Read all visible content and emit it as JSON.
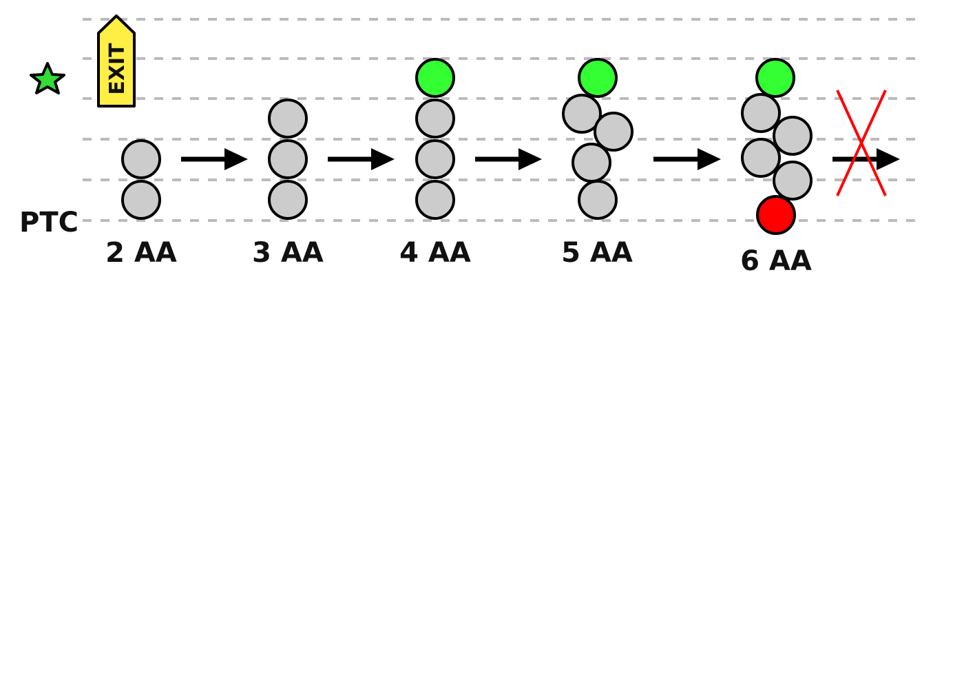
{
  "labels": {
    "ptc": "PTC",
    "exit": "EXIT"
  },
  "stages": [
    {
      "label": "2 AA",
      "residues": 2,
      "folded": false,
      "final_residue": "none"
    },
    {
      "label": "3 AA",
      "residues": 3,
      "folded": false,
      "final_residue": "none"
    },
    {
      "label": "4 AA",
      "residues": 4,
      "folded": false,
      "final_residue": "none"
    },
    {
      "label": "5 AA",
      "residues": 5,
      "folded": true,
      "final_residue": "none"
    },
    {
      "label": "6 AA",
      "residues": 6,
      "folded": true,
      "final_residue": "red"
    }
  ],
  "transitions": [
    "allowed",
    "allowed",
    "allowed",
    "allowed",
    "blocked"
  ],
  "colors": {
    "residue": "#cccccc",
    "first_residue": "#33ff33",
    "stall_residue": "#ff0000",
    "star": "#33dd33",
    "exit_tag": "#ffee44",
    "gridline": "#bbbbbb",
    "arrow": "#000000",
    "block_cross": "#ff0000"
  },
  "icons": [
    "star-icon",
    "exit-tag-icon",
    "block-cross-icon"
  ]
}
